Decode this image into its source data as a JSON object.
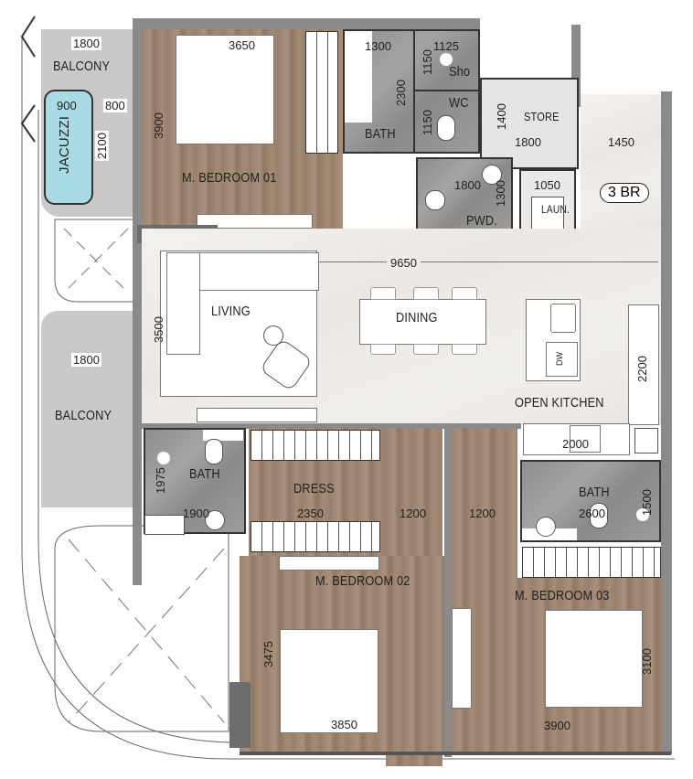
{
  "plan": {
    "unit_badge": "3 BR",
    "rooms": {
      "balcony_top": "BALCONY",
      "balcony_left": "BALCONY",
      "jacuzzi": "JACUZZI",
      "master_bedroom_01": "M. BEDROOM 01",
      "bath_01": "BATH",
      "shower": "Sho",
      "wc": "WC",
      "store": "STORE",
      "powder": "PWD.",
      "laundry": "LAUN.",
      "living": "LIVING",
      "dining": "DINING",
      "open_kitchen": "OPEN KITCHEN",
      "dishwasher": "DW",
      "bath_02": "BATH",
      "dress": "DRESS",
      "master_bedroom_02": "M. BEDROOM 02",
      "bath_03": "BATH",
      "master_bedroom_03": "M. BEDROOM 03"
    },
    "dimensions": {
      "balcony_top_width": "1800",
      "jacuzzi_width": "900",
      "jacuzzi_gap": "800",
      "jacuzzi_length": "2100",
      "bedroom01_width": "3650",
      "bedroom01_depth": "3900",
      "bath01_width": "1300",
      "shower_width": "1125",
      "shower_depth": "1150",
      "wc_depth": "1150",
      "bath01_depth": "2300",
      "store_depth": "1400",
      "store_width": "1800",
      "entry_width": "1450",
      "powder_width": "1800",
      "powder_depth": "1300",
      "laundry_width": "1050",
      "living_dining_length": "9650",
      "living_depth": "3500",
      "balcony_left_width": "1800",
      "kitchen_depth": "2200",
      "kitchen_counter_width": "2000",
      "bath02_depth": "1975",
      "bath02_width": "1900",
      "dress_width": "2350",
      "corridor_width_a": "1200",
      "corridor_width_b": "1200",
      "bath03_width": "2600",
      "bath03_depth": "1500",
      "bedroom02_depth": "3475",
      "bedroom02_width": "3850",
      "bedroom03_width": "3900",
      "bedroom03_depth": "3100"
    }
  }
}
